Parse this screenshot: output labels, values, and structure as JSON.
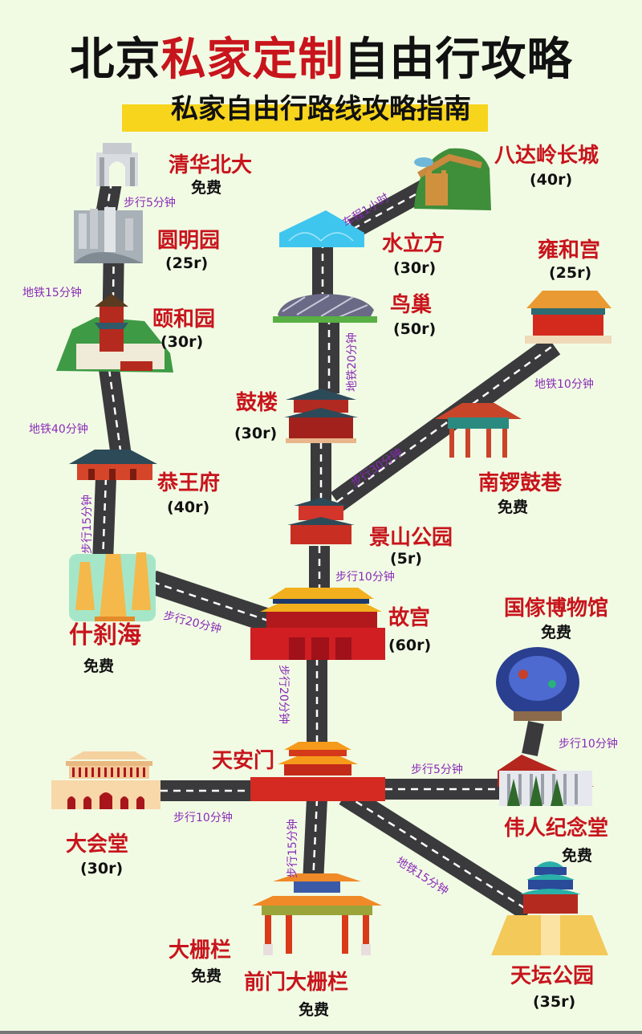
{
  "header": {
    "title_prefix": "北京",
    "title_accent": "私家定制",
    "title_suffix": "自由行攻略",
    "subtitle": "私家自由行路线攻略指南"
  },
  "colors": {
    "background": "#f1fbe4",
    "accent_red": "#c8141c",
    "subtitle_bar": "#f7d51d",
    "route_text": "#8a2bb8",
    "road": "#3a3a3c"
  },
  "attractions": [
    {
      "id": "tsinghua",
      "name": "清华北大",
      "price": "免费",
      "icon": "university-gate-icon"
    },
    {
      "id": "yuanmingyuan",
      "name": "圆明园",
      "price": "(25r)",
      "icon": "ruins-icon"
    },
    {
      "id": "yiheyuan",
      "name": "颐和园",
      "price": "(30r)",
      "icon": "summer-palace-icon"
    },
    {
      "id": "gongwangfu",
      "name": "恭王府",
      "price": "(40r)",
      "icon": "mansion-icon"
    },
    {
      "id": "shichahai",
      "name": "什刹海",
      "price": "免费",
      "icon": "pagoda-icon"
    },
    {
      "id": "badaling",
      "name": "八达岭长城",
      "price": "(40r)",
      "icon": "great-wall-icon"
    },
    {
      "id": "shuilifang",
      "name": "水立方",
      "price": "(30r)",
      "icon": "water-cube-icon"
    },
    {
      "id": "niaochao",
      "name": "鸟巢",
      "price": "(50r)",
      "icon": "birds-nest-icon"
    },
    {
      "id": "gulou",
      "name": "鼓楼",
      "price": "(30r)",
      "icon": "drum-tower-icon"
    },
    {
      "id": "yonghegong",
      "name": "雍和宫",
      "price": "(25r)",
      "icon": "temple-icon"
    },
    {
      "id": "nanluoguxiang",
      "name": "南锣鼓巷",
      "price": "免费",
      "icon": "archway-icon"
    },
    {
      "id": "jingshan",
      "name": "景山公园",
      "price": "(5r)",
      "icon": "pavilion-icon"
    },
    {
      "id": "gugong",
      "name": "故宫",
      "price": "(60r)",
      "icon": "forbidden-city-icon"
    },
    {
      "id": "guobo",
      "name": "国傢博物馆",
      "price": "免费",
      "icon": "museum-artifact-icon"
    },
    {
      "id": "tiananmen",
      "name": "天安门",
      "price": "",
      "icon": "tiananmen-icon"
    },
    {
      "id": "dahuitang",
      "name": "大会堂",
      "price": "(30r)",
      "icon": "great-hall-icon"
    },
    {
      "id": "weiren",
      "name": "伟人纪念堂",
      "price": "免费",
      "icon": "memorial-hall-icon"
    },
    {
      "id": "dashilan",
      "name": "大栅栏",
      "price": "免费",
      "icon": ""
    },
    {
      "id": "qianmen",
      "name": "前门大栅栏",
      "price": "免费",
      "icon": "qianmen-archway-icon"
    },
    {
      "id": "tiantan",
      "name": "天坛公园",
      "price": "(35r)",
      "icon": "temple-of-heaven-icon"
    }
  ],
  "routes": [
    {
      "from": "清华北大",
      "to": "圆明园",
      "label": "步行5分钟"
    },
    {
      "from": "圆明园",
      "to": "颐和园",
      "label": "地铁15分钟"
    },
    {
      "from": "颐和园",
      "to": "恭王府",
      "label": "地铁40分钟"
    },
    {
      "from": "恭王府",
      "to": "什刹海",
      "label": "步行15分钟"
    },
    {
      "from": "什刹海",
      "to": "故宫",
      "label": "步行20分钟"
    },
    {
      "from": "水立方",
      "to": "八达岭长城",
      "label": "车程1小时"
    },
    {
      "from": "鸟巢",
      "to": "鼓楼",
      "label": "地铁20分钟"
    },
    {
      "from": "雍和宫",
      "to": "南锣鼓巷",
      "label": "地铁10分钟"
    },
    {
      "from": "南锣鼓巷",
      "to": "景山公园",
      "label": "步行30分钟"
    },
    {
      "from": "景山公园",
      "to": "故宫",
      "label": "步行10分钟"
    },
    {
      "from": "故宫",
      "to": "天安门",
      "label": "步行20分钟"
    },
    {
      "from": "国傢博物馆",
      "to": "伟人纪念堂",
      "label": "步行10分钟"
    },
    {
      "from": "天安门",
      "to": "伟人纪念堂",
      "label": "步行5分钟"
    },
    {
      "from": "天安门",
      "to": "大会堂",
      "label": "步行10分钟"
    },
    {
      "from": "天安门",
      "to": "前门大栅栏",
      "label": "步行15分钟"
    },
    {
      "from": "天安门",
      "to": "天坛公园",
      "label": "地铁15分钟"
    }
  ]
}
